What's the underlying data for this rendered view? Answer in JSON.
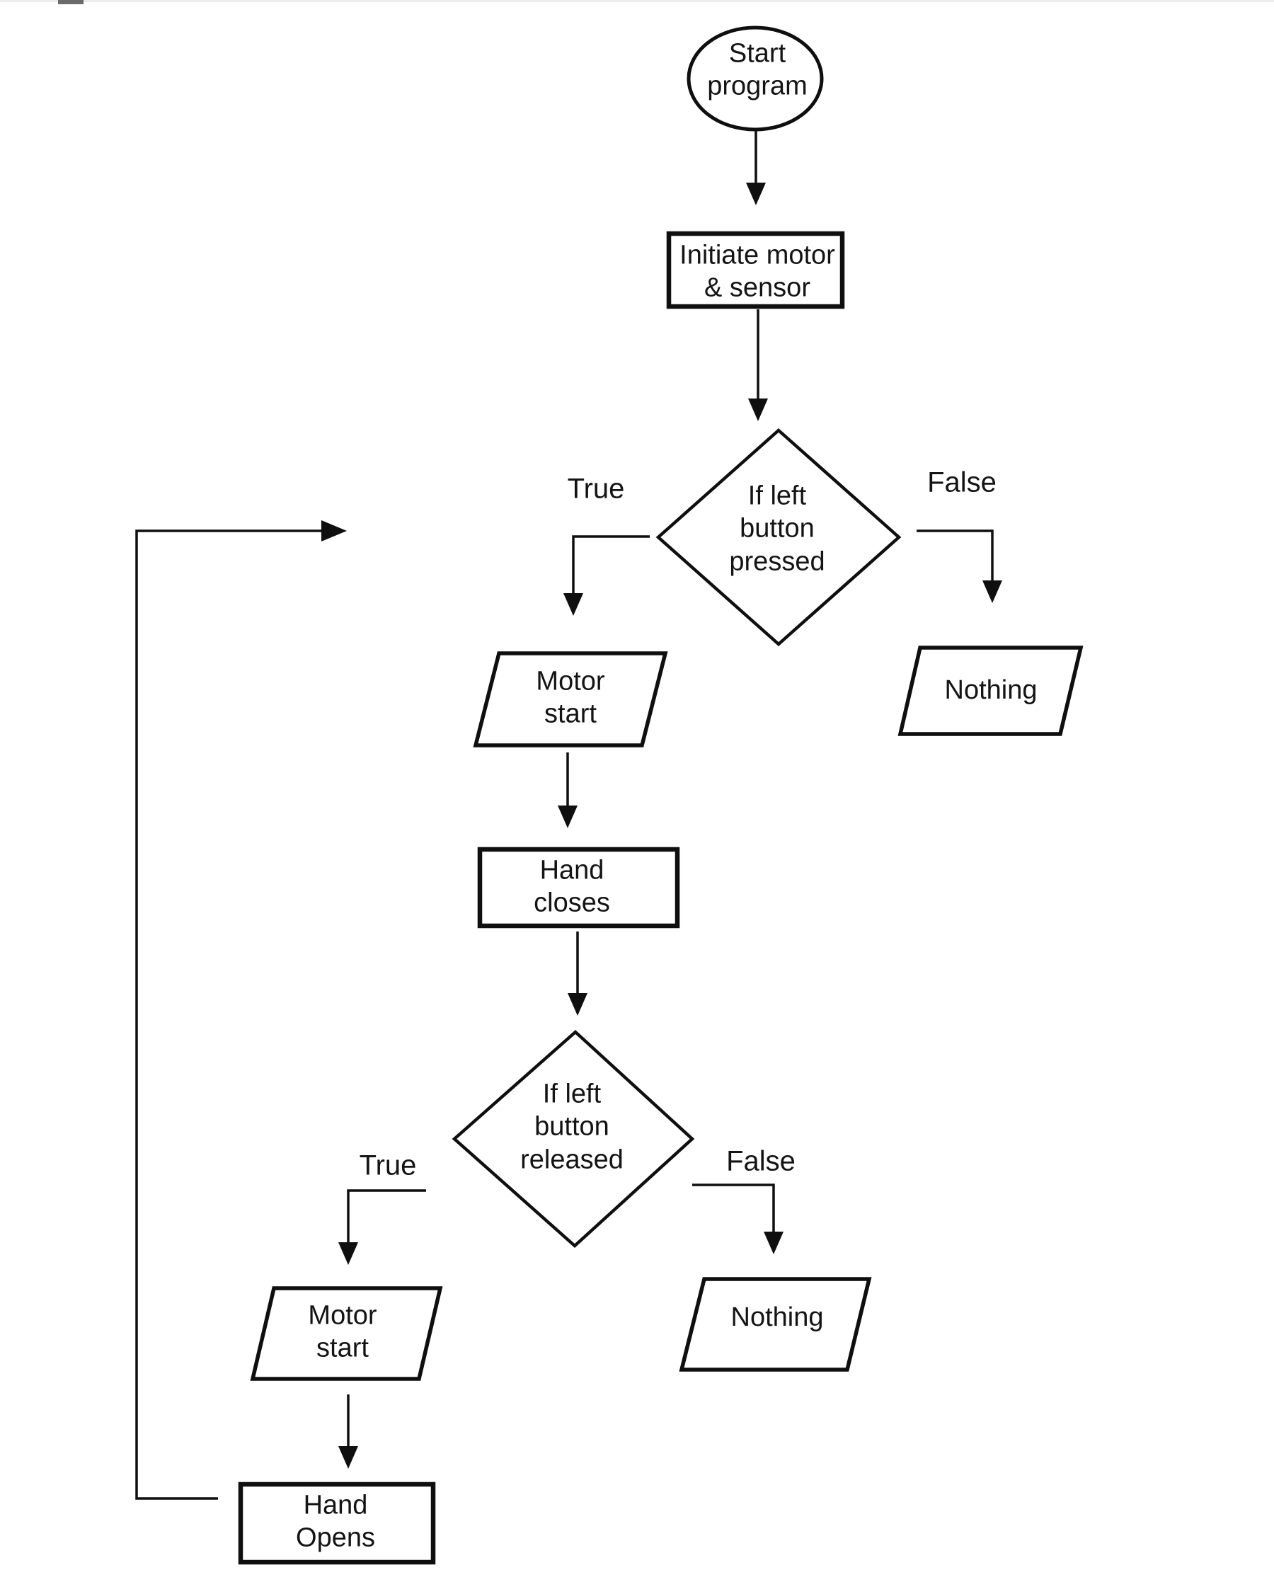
{
  "nodes": {
    "start": {
      "label": "Start\nprogram",
      "shape": "terminator"
    },
    "initiate": {
      "label": "Initiate motor\n& sensor",
      "shape": "process"
    },
    "decision_pressed": {
      "label": "If left\nbutton\npressed",
      "shape": "decision"
    },
    "motor_start_1": {
      "label": "Motor\nstart",
      "shape": "input-output"
    },
    "nothing_1": {
      "label": "Nothing",
      "shape": "input-output"
    },
    "hand_closes": {
      "label": "Hand\ncloses",
      "shape": "process"
    },
    "decision_released": {
      "label": "If left\nbutton\nreleased",
      "shape": "decision"
    },
    "motor_start_2": {
      "label": "Motor\nstart",
      "shape": "input-output"
    },
    "nothing_2": {
      "label": "Nothing",
      "shape": "input-output"
    },
    "hand_opens": {
      "label": "Hand\nOpens",
      "shape": "process"
    }
  },
  "edge_labels": {
    "pressed_true": "True",
    "pressed_false": "False",
    "released_true": "True",
    "released_false": "False"
  },
  "edges": [
    {
      "from": "start",
      "to": "initiate"
    },
    {
      "from": "initiate",
      "to": "decision_pressed"
    },
    {
      "from": "decision_pressed",
      "to": "motor_start_1",
      "label": "True"
    },
    {
      "from": "decision_pressed",
      "to": "nothing_1",
      "label": "False"
    },
    {
      "from": "motor_start_1",
      "to": "hand_closes"
    },
    {
      "from": "hand_closes",
      "to": "decision_released"
    },
    {
      "from": "decision_released",
      "to": "motor_start_2",
      "label": "True"
    },
    {
      "from": "decision_released",
      "to": "nothing_2",
      "label": "False"
    },
    {
      "from": "motor_start_2",
      "to": "hand_opens"
    },
    {
      "from": "hand_opens",
      "to": "decision_pressed",
      "type": "loop-back"
    }
  ],
  "colors": {
    "stroke": "#0f0f0f",
    "text": "#141414",
    "background": "#ffffff",
    "top_tab": "#6a6a6a"
  }
}
